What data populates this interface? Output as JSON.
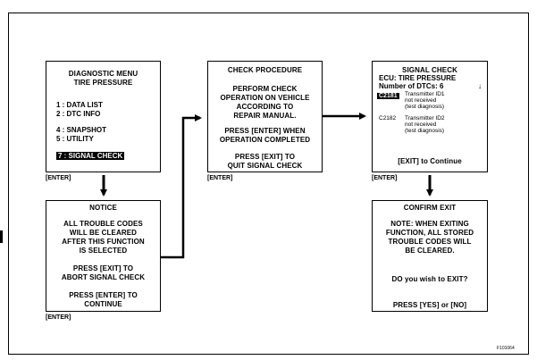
{
  "screens": {
    "diag": {
      "title1": "DIAGNOSTIC MENU",
      "title2": "TIRE PRESSURE",
      "items": [
        "1 : DATA LIST",
        "2 : DTC INFO",
        "4 : SNAPSHOT",
        "5 : UTILITY"
      ],
      "selected": "7 : SIGNAL CHECK",
      "caption": "[ENTER]"
    },
    "check": {
      "title": "CHECK PROCEDURE",
      "lines1": [
        "PERFORM CHECK",
        "OPERATION ON VEHICLE",
        "ACCORDING TO",
        "REPAIR MANUAL."
      ],
      "lines2": [
        "PRESS [ENTER] WHEN",
        "OPERATION COMPLETED"
      ],
      "lines3": [
        "PRESS [EXIT] TO",
        "QUIT SIGNAL CHECK"
      ],
      "caption": "[ENTER]"
    },
    "signal": {
      "title": "SIGNAL CHECK",
      "ecu": "ECU: TIRE PRESSURE",
      "dtcs": "Number of DTCs: 6",
      "dtc1_code": "C2181",
      "dtc1_lines": [
        "Transmitter ID1",
        "not received",
        "(test diagnosis)"
      ],
      "dtc2_code": "C2182",
      "dtc2_lines": [
        "Transmitter ID2",
        "not received",
        "(test diagnosis)"
      ],
      "footer": "[EXIT] to Continue",
      "caption": "[ENTER]"
    },
    "notice": {
      "title": "NOTICE",
      "lines1": [
        "ALL TROUBLE CODES",
        "WILL BE CLEARED",
        "AFTER THIS FUNCTION",
        "IS SELECTED"
      ],
      "lines2": [
        "PRESS [EXIT] TO",
        "ABORT SIGNAL CHECK"
      ],
      "lines3": [
        "PRESS [ENTER] TO",
        "CONTINUE"
      ],
      "caption": "[ENTER]"
    },
    "confirm": {
      "title": "CONFIRM EXIT",
      "lines1": [
        "NOTE: WHEN EXITING",
        "FUNCTION, ALL STORED",
        "TROUBLE CODES WILL",
        "BE CLEARED."
      ],
      "question": "DO you wish to EXIT?",
      "footer": "PRESS [YES] or [NO]"
    }
  },
  "figure_id": "F101064"
}
